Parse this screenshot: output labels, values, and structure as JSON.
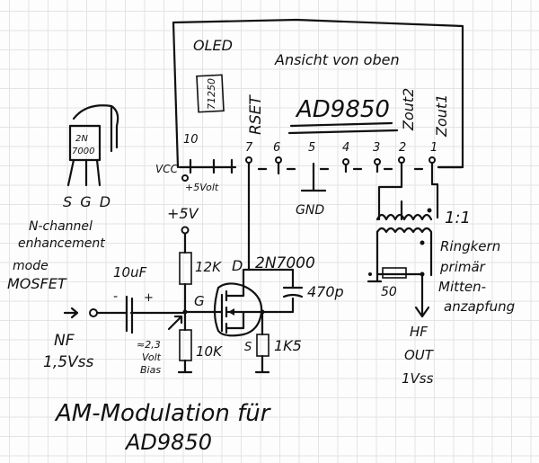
{
  "title": {
    "line1": "AM-Modulation für",
    "line2": "AD9850"
  },
  "module": {
    "label_oled": "OLED",
    "label_view": "Ansicht von oben",
    "chip": "AD9850",
    "xtal": "71250",
    "pin_rset": "RSET",
    "pin_zout2": "Zout2",
    "pin_zout1": "Zout1",
    "pin_numbers": [
      "10",
      "7",
      "6",
      "5",
      "4",
      "3",
      "2",
      "1"
    ],
    "vcc": "VCC",
    "vcc_supply": "+5Volt",
    "gnd": "GND"
  },
  "transistor_pinout": {
    "marking_line1": "2N",
    "marking_line2": "7000",
    "pins": "S G D",
    "desc_line1": "N-channel",
    "desc_line2": "enhancement",
    "desc_line3": "mode",
    "desc_line4": "MOSFET"
  },
  "circuit": {
    "supply": "+5V",
    "r_top": "12K",
    "r_bottom": "10K",
    "r_source": "1K5",
    "cap_in": "10uF",
    "cap_fb": "470p",
    "cap_minus": "-",
    "cap_plus": "+",
    "fet": "2N7000",
    "gate": "G",
    "drain": "D",
    "source": "S",
    "bias_line1": "≈2,3",
    "bias_line2": "Volt",
    "bias_line3": "Bias",
    "input_line1": "NF",
    "input_line2": "1,5Vss"
  },
  "transformer": {
    "ratio": "1:1",
    "line1": "Ringkern",
    "line2": "primär",
    "line3": "Mitten-",
    "line4": "anzapfung",
    "r_term": "50",
    "out_line1": "HF",
    "out_line2": "OUT",
    "out_line3": "1Vss"
  }
}
